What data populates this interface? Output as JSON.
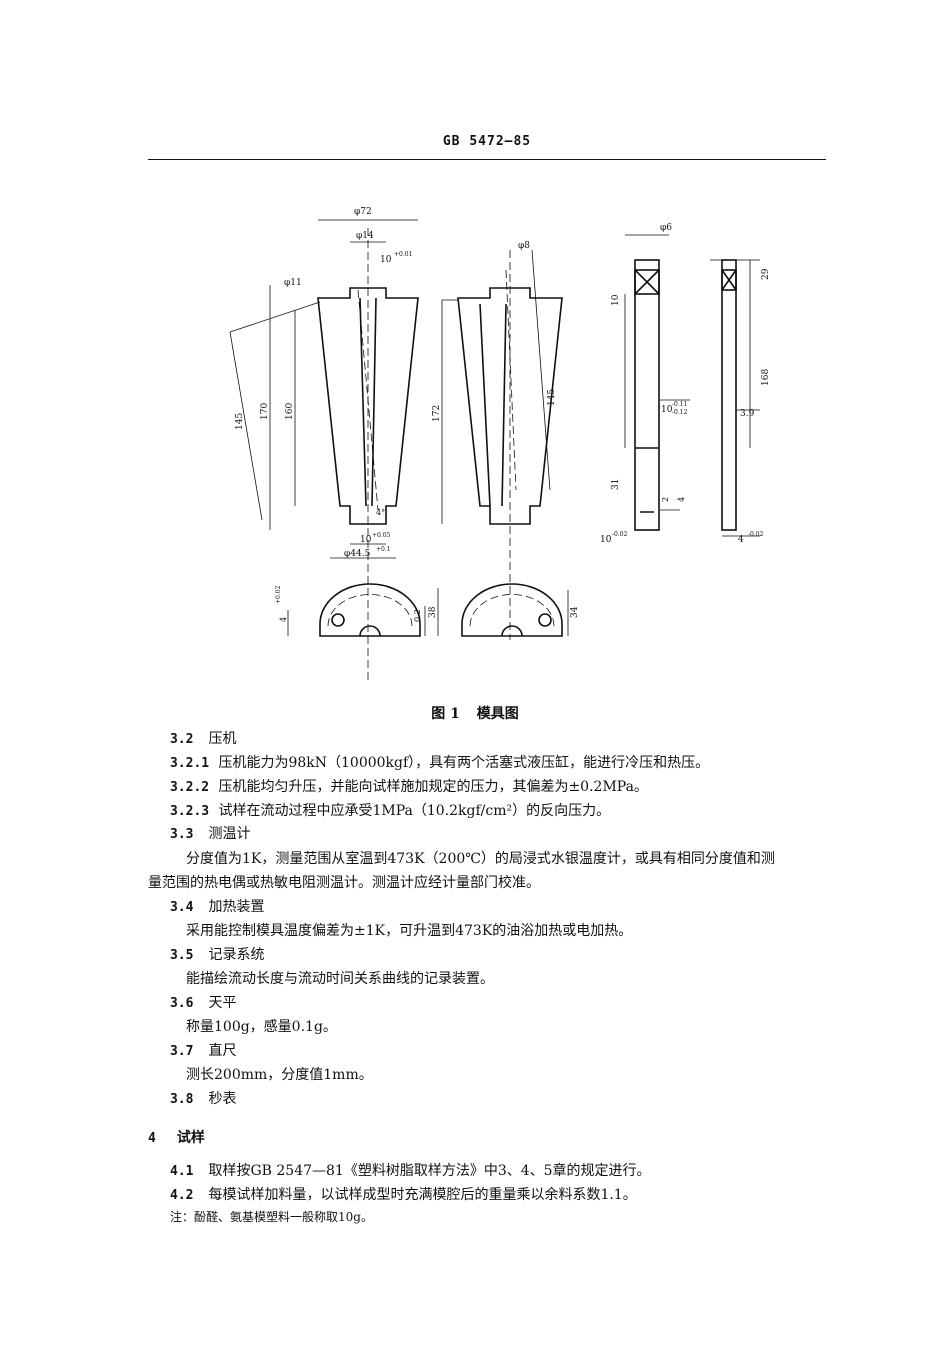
{
  "header": {
    "code": "GB 5472—85"
  },
  "figure": {
    "labels": {
      "d72": "φ72",
      "d14": "φ14",
      "d11": "φ11",
      "t10a": "10",
      "t10a_sup": "+0.01",
      "d145a": "145",
      "d170": "170",
      "d160": "160",
      "b10": "10",
      "b10_sup": "+0.05",
      "b445": "φ44.5",
      "b445_sup": "+0.1",
      "ang": "4°",
      "d8": "φ8",
      "d172": "172",
      "d145b": "145",
      "d6": "φ6",
      "p10": "10",
      "p10dim": "10",
      "p10dim_sup": "-0.11",
      "p10dim_sub": "-0.12",
      "p31": "31",
      "p2": "2",
      "p4": "4",
      "pb10": "10",
      "pb10_sup": "-0.02",
      "r29": "29",
      "r168": "168",
      "r39": "3.9",
      "rb4": "4",
      "rb4_sup": "-0.02",
      "s4": "4",
      "s4_sup": "+0.02",
      "s02": "0.2",
      "s38": "38",
      "s34": "34"
    }
  },
  "caption": {
    "number": "图 1",
    "title": "模具图"
  },
  "sections": [
    {
      "num": "3.2",
      "text": "压机"
    },
    {
      "num": "3.2.1",
      "text": "压机能力为98kN（10000kgf），具有两个活塞式液压缸，能进行冷压和热压。"
    },
    {
      "num": "3.2.2",
      "text": "压机能均匀升压，并能向试样施加规定的压力，其偏差为±0.2MPa。"
    },
    {
      "num": "3.2.3",
      "text": "试样在流动过程中应承受1MPa（10.2kgf/cm²）的反向压力。"
    },
    {
      "num": "3.3",
      "text": "测温计"
    },
    {
      "text": "分度值为1K，测量范围从室温到473K（200℃）的局浸式水银温度计，或具有相同分度值和测"
    },
    {
      "text": "量范围的热电偶或热敏电阻测温计。测温计应经计量部门校准。"
    },
    {
      "num": "3.4",
      "text": "加热装置"
    },
    {
      "text": "采用能控制模具温度偏差为±1K，可升温到473K的油浴加热或电加热。"
    },
    {
      "num": "3.5",
      "text": "记录系统"
    },
    {
      "text": "能描绘流动长度与流动时间关系曲线的记录装置。"
    },
    {
      "num": "3.6",
      "text": "天平"
    },
    {
      "text": "称量100g，感量0.1g。"
    },
    {
      "num": "3.7",
      "text": "直尺"
    },
    {
      "text": "测长200mm，分度值1mm。"
    },
    {
      "num": "3.8",
      "text": "秒表"
    },
    {
      "num": "4",
      "text": "试样"
    },
    {
      "num": "4.1",
      "text": "取样按GB 2547—81《塑料树脂取样方法》中3、4、5章的规定进行。"
    },
    {
      "num": "4.2",
      "text": "每模试样加料量，以试样成型时充满模腔后的重量乘以余料系数1.1。"
    },
    {
      "text": "注：酚醛、氨基模塑料一般称取10g。"
    }
  ]
}
